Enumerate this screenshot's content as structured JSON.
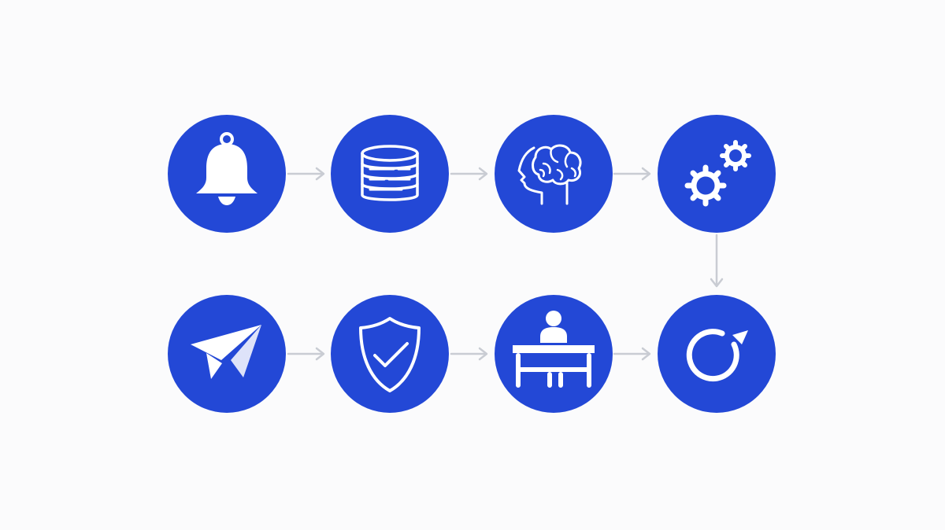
{
  "colors": {
    "background": "#fbfbfc",
    "node": "#2348d6",
    "icon": "#ffffff",
    "connector": "#c9ccd3"
  },
  "nodes": [
    {
      "icon": "bell-icon"
    },
    {
      "icon": "database-icon"
    },
    {
      "icon": "brain-head-icon"
    },
    {
      "icon": "gears-icon"
    },
    {
      "icon": "refresh-cycle-icon"
    },
    {
      "icon": "person-at-desk-icon"
    },
    {
      "icon": "shield-check-icon"
    },
    {
      "icon": "paper-plane-icon"
    }
  ],
  "flow": [
    {
      "from": 0,
      "to": 1
    },
    {
      "from": 1,
      "to": 2
    },
    {
      "from": 2,
      "to": 3
    },
    {
      "from": 3,
      "to": 4
    },
    {
      "from": 4,
      "to": 5
    },
    {
      "from": 5,
      "to": 6
    },
    {
      "from": 6,
      "to": 7
    }
  ]
}
